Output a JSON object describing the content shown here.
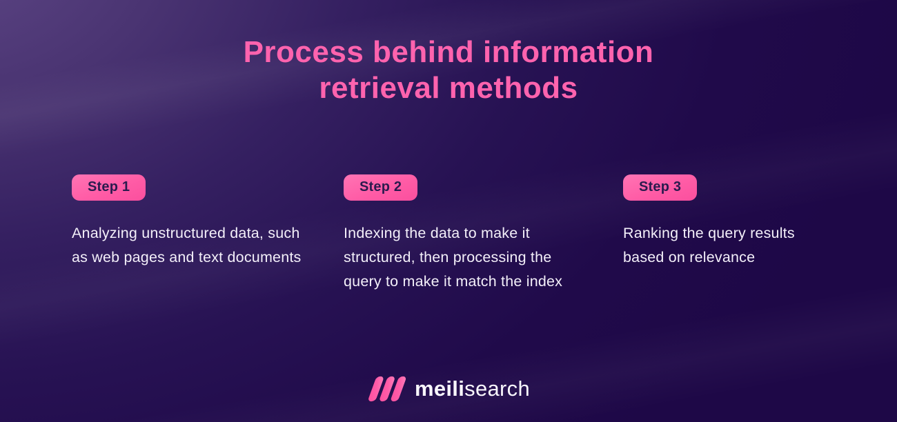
{
  "title": {
    "line1": "Process behind information",
    "line2": "retrieval methods"
  },
  "steps": [
    {
      "badge": "Step 1",
      "description": "Analyzing unstructured data, such as web pages and text documents"
    },
    {
      "badge": "Step 2",
      "description": "Indexing the data to make it structured, then processing the query to make it match the index"
    },
    {
      "badge": "Step 3",
      "description": "Ranking the query results based on relevance"
    }
  ],
  "footer": {
    "brand_bold": "meili",
    "brand_light": "search",
    "logo_icon": "meilisearch-logo-icon"
  },
  "colors": {
    "accent_pink": "#ff5caa",
    "badge_background": "#ff5fa8",
    "badge_text": "#2a1b4e",
    "title_pink": "#ff63ae",
    "body_text": "#f3eff9",
    "background_light": "#5e4786",
    "background_dark": "#200a4a",
    "logo_text": "#f8f6fc"
  }
}
